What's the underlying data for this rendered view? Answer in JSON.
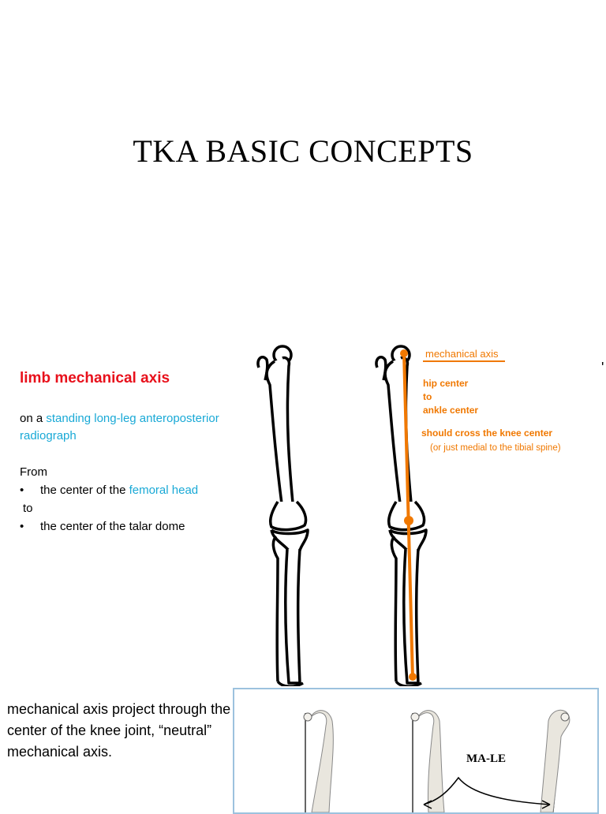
{
  "slide": {
    "title": "TKA BASIC CONCEPTS",
    "heading": "limb mechanical axis",
    "radiograph_prefix": "on a ",
    "radiograph_highlight": "standing long-leg anteroposterior radiograph",
    "from_label": "From",
    "bullet1_prefix": "the center of the ",
    "bullet1_highlight": "femoral head",
    "to_label": "to",
    "bullet2": "the center of the talar dome",
    "bullet_glyph": "•",
    "mech_note": "mechanical axis project through the center of the knee joint, “neutral” mechanical axis."
  },
  "diagram": {
    "label_title": "mechanical axis",
    "label_hip": "hip center",
    "label_to": "to",
    "label_ankle": "ankle center",
    "label_cross": "should cross the knee center",
    "label_medial": "(or just medial to the tibial spine)",
    "edge_mark": "'"
  },
  "inset": {
    "label": "MA-LE"
  },
  "colors": {
    "accent_orange": "#f07800",
    "heading_red": "#e8101b",
    "highlight_cyan": "#19a9d6",
    "inset_border": "#9cc2de"
  }
}
